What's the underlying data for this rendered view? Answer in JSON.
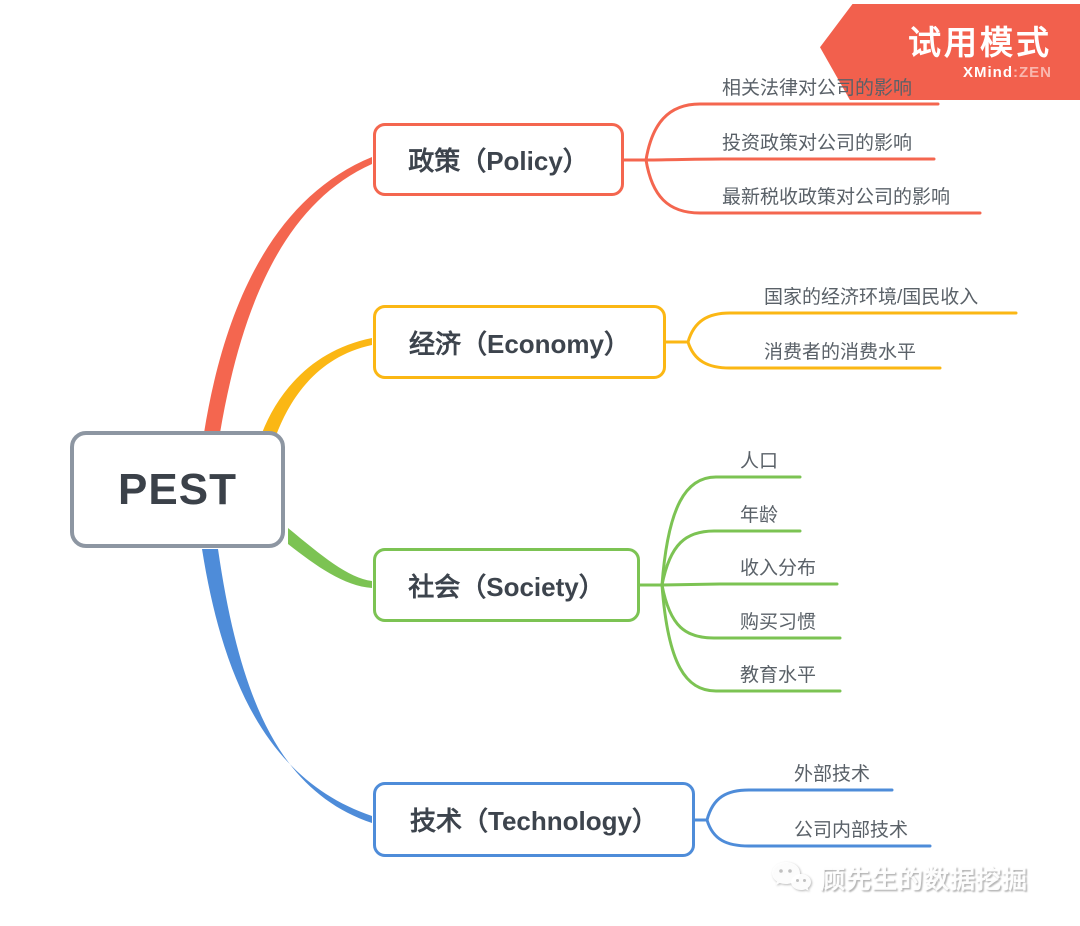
{
  "badge": {
    "title": "试用模式",
    "brand": "XMind",
    "brand_suffix": ":ZEN",
    "color": "#F2604D"
  },
  "root": {
    "label": "PEST",
    "border_color": "#8D96A2"
  },
  "branches": [
    {
      "label": "政策（Policy）",
      "color": "#F4664F",
      "children": [
        "相关法律对公司的影响",
        "投资政策对公司的影响",
        "最新税收政策对公司的影响"
      ]
    },
    {
      "label": "经济（Economy）",
      "color": "#FBB714",
      "children": [
        "国家的经济环境/国民收入",
        "消费者的消费水平"
      ]
    },
    {
      "label": "社会（Society）",
      "color": "#7CC353",
      "children": [
        "人口",
        "年龄",
        "收入分布",
        "购买习惯",
        "教育水平"
      ]
    },
    {
      "label": "技术（Technology）",
      "color": "#4E8CD9",
      "children": [
        "外部技术",
        "公司内部技术"
      ]
    }
  ],
  "watermark": {
    "text": "顾先生的数据挖掘",
    "icon": "wechat-icon"
  }
}
